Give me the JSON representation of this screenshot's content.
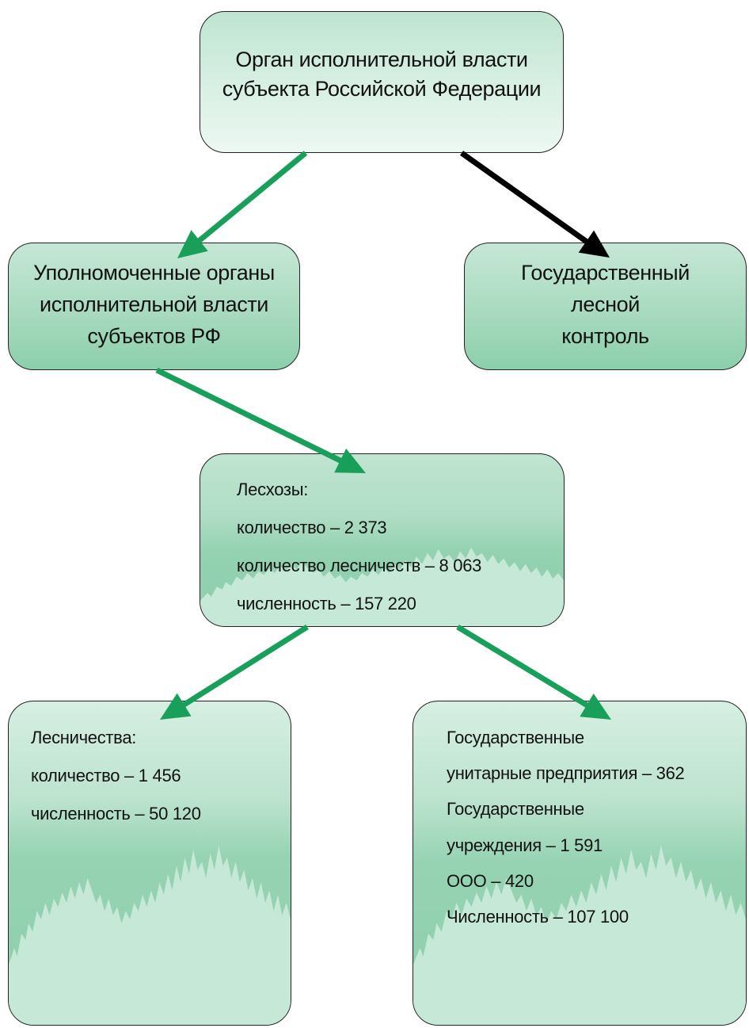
{
  "diagram": {
    "root": {
      "lines": [
        "Орган исполнительной власти",
        "субъекта Российской Федерации"
      ]
    },
    "authorized": {
      "lines": [
        "Уполномоченные органы",
        "исполнительной власти",
        "субъектов РФ"
      ]
    },
    "control": {
      "lines": [
        "Государственный",
        "лесной",
        "контроль"
      ]
    },
    "leskhozy": {
      "lines": [
        "Лесхозы:",
        "количество – 2 373",
        "количество лесничеств – 8 063",
        "численность – 157 220"
      ]
    },
    "lesnichestva": {
      "lines": [
        "Лесничества:",
        "количество – 1 456",
        "численность – 50 120"
      ]
    },
    "enterprises": {
      "lines": [
        "Государственные",
        "унитарные предприятия – 362",
        "Государственные",
        "учреждения – 1 591",
        "ООО – 420",
        "Численность – 107 100"
      ]
    }
  },
  "colors": {
    "arrow_green": "#18a05b",
    "arrow_black": "#000000",
    "tree_fill": "#c6e8d6"
  }
}
